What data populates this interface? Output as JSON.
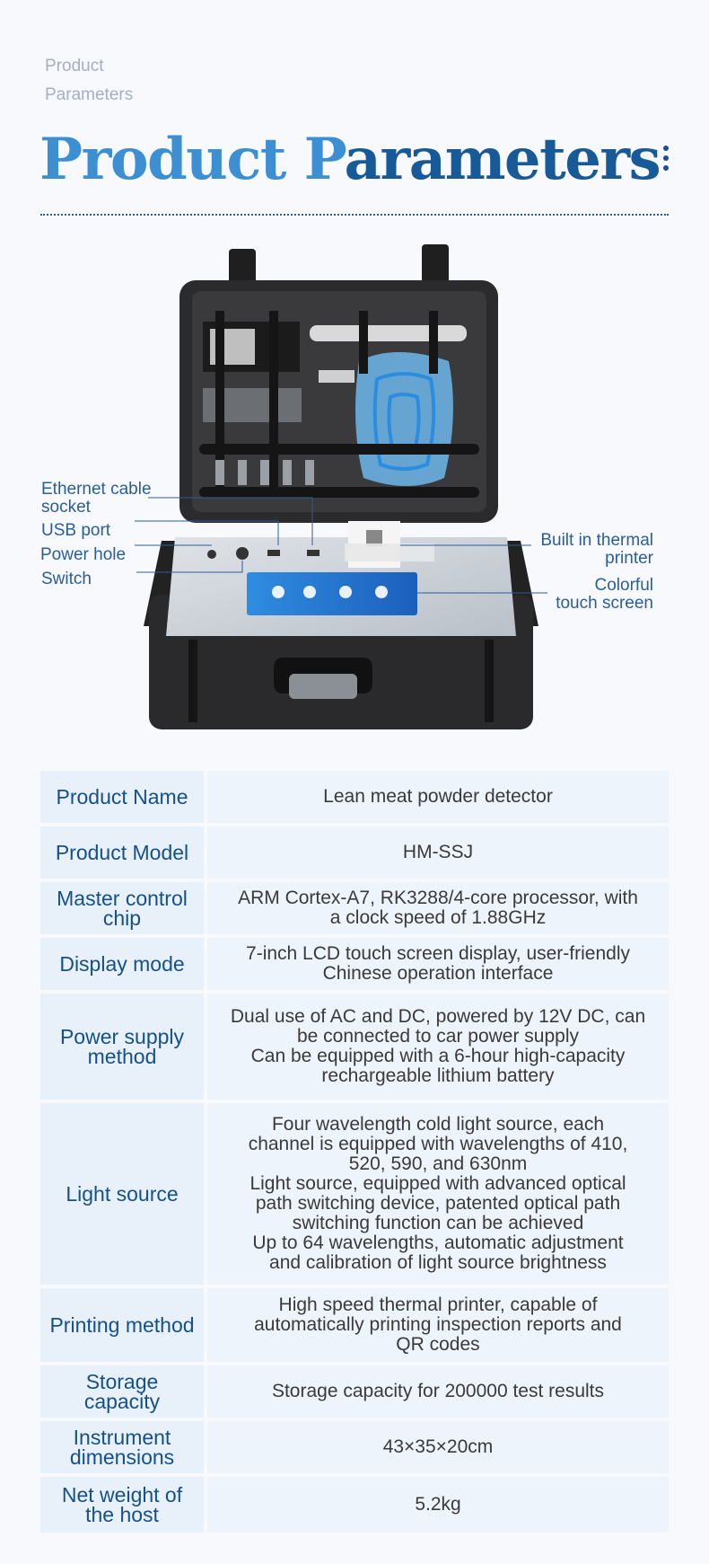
{
  "header": {
    "subtitle_line1": "Product",
    "subtitle_line2": "Parameters",
    "title_part1": "Product P",
    "title_part2": "arameters"
  },
  "callouts": {
    "ethernet_line1": "Ethernet cable",
    "ethernet_line2": "socket",
    "usb": "USB port",
    "power": "Power hole",
    "switch": "Switch",
    "printer_line1": "Built in thermal",
    "printer_line2": "printer",
    "screen_line1": "Colorful",
    "screen_line2": "touch screen"
  },
  "params": [
    {
      "label": "Product Name",
      "value": [
        "Lean meat powder detector"
      ]
    },
    {
      "label": "Product Model",
      "value": [
        "HM-SSJ"
      ]
    },
    {
      "label": "Master control chip",
      "value": [
        "ARM Cortex-A7, RK3288/4-core processor, with",
        "a clock speed of 1.88GHz"
      ]
    },
    {
      "label": "Display mode",
      "value": [
        "7-inch LCD touch screen display, user-friendly",
        "Chinese operation interface"
      ]
    },
    {
      "label": "Power supply method",
      "value": [
        "Dual use of AC and DC, powered by 12V DC, can",
        "be connected to car power supply",
        "Can be equipped with a 6-hour high-capacity",
        "rechargeable lithium battery"
      ]
    },
    {
      "label": "Light source",
      "value": [
        "Four wavelength cold light source, each",
        "channel is equipped with wavelengths of 410,",
        "520, 590, and 630nm",
        "Light source, equipped with advanced optical",
        "path switching device, patented optical path",
        "switching function can be achieved",
        "Up to 64 wavelengths, automatic adjustment",
        "and calibration of light source brightness"
      ]
    },
    {
      "label": "Printing method",
      "value": [
        "High speed thermal printer, capable of",
        "automatically printing inspection reports and",
        "QR codes"
      ]
    },
    {
      "label": "Storage capacity",
      "value": [
        "Storage capacity for 200000 test results"
      ]
    },
    {
      "label": "Instrument dimensions",
      "value": [
        "43×35×20cm"
      ]
    },
    {
      "label": "Net weight of the host",
      "value": [
        "5.2kg"
      ]
    }
  ],
  "colors": {
    "accent_dark": "#175a97",
    "accent_light": "#3d8fd4",
    "cell_bg": "#e8f1fa"
  }
}
